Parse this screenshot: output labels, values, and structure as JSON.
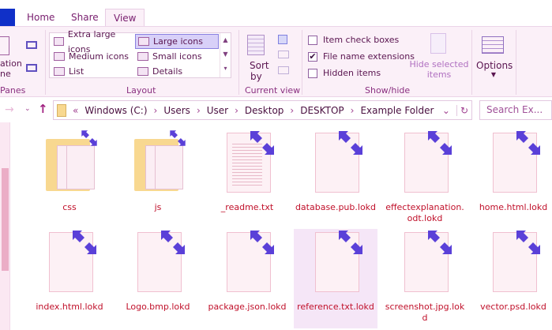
{
  "window": {
    "title": "Example Folder"
  },
  "tabs": [
    {
      "label": "Home"
    },
    {
      "label": "Share"
    },
    {
      "label": "View",
      "active": true
    }
  ],
  "ribbon": {
    "panes": {
      "nav_pane_label": "ation\nne",
      "group": "Panes"
    },
    "layout": {
      "items": [
        "Extra large icons",
        "Large icons",
        "Medium icons",
        "Small icons",
        "List",
        "Details"
      ],
      "selected": "Large icons",
      "group": "Layout"
    },
    "current_view": {
      "sort_label": "Sort",
      "sort_by": "by",
      "group": "Current view"
    },
    "show_hide": {
      "item_check_boxes": "Item check boxes",
      "file_name_extensions": "File name extensions",
      "hidden_items": "Hidden items",
      "check_states": {
        "item_check_boxes": false,
        "file_name_extensions": true,
        "hidden_items": false
      },
      "hide_selected_1": "Hide selected",
      "hide_selected_2": "items",
      "group": "Show/hide"
    },
    "options": {
      "label": "Options"
    }
  },
  "address": {
    "prefix": "«",
    "crumbs": [
      "Windows (C:)",
      "Users",
      "User",
      "Desktop",
      "DESKTOP",
      "Example Folder"
    ]
  },
  "search": {
    "placeholder": "Search Ex..."
  },
  "files": [
    {
      "name": "css",
      "type": "folder"
    },
    {
      "name": "js",
      "type": "folder"
    },
    {
      "name": "_readme.txt",
      "type": "text"
    },
    {
      "name": "database.pub.lokd",
      "type": "locked"
    },
    {
      "name": "effectexplanation.odt.lokd",
      "type": "locked"
    },
    {
      "name": "home.html.lokd",
      "type": "locked"
    },
    {
      "name": "index.html.lokd",
      "type": "locked"
    },
    {
      "name": "Logo.bmp.lokd",
      "type": "locked"
    },
    {
      "name": "package.json.lokd",
      "type": "locked"
    },
    {
      "name": "reference.txt.lokd",
      "type": "locked",
      "selected": true
    },
    {
      "name": "screenshot.jpg.lokd",
      "type": "locked"
    },
    {
      "name": "vector.psd.lokd",
      "type": "locked"
    }
  ],
  "colors": {
    "accent": "#1030c8",
    "filename": "#c0102a",
    "arrow": "#5a40d8"
  }
}
